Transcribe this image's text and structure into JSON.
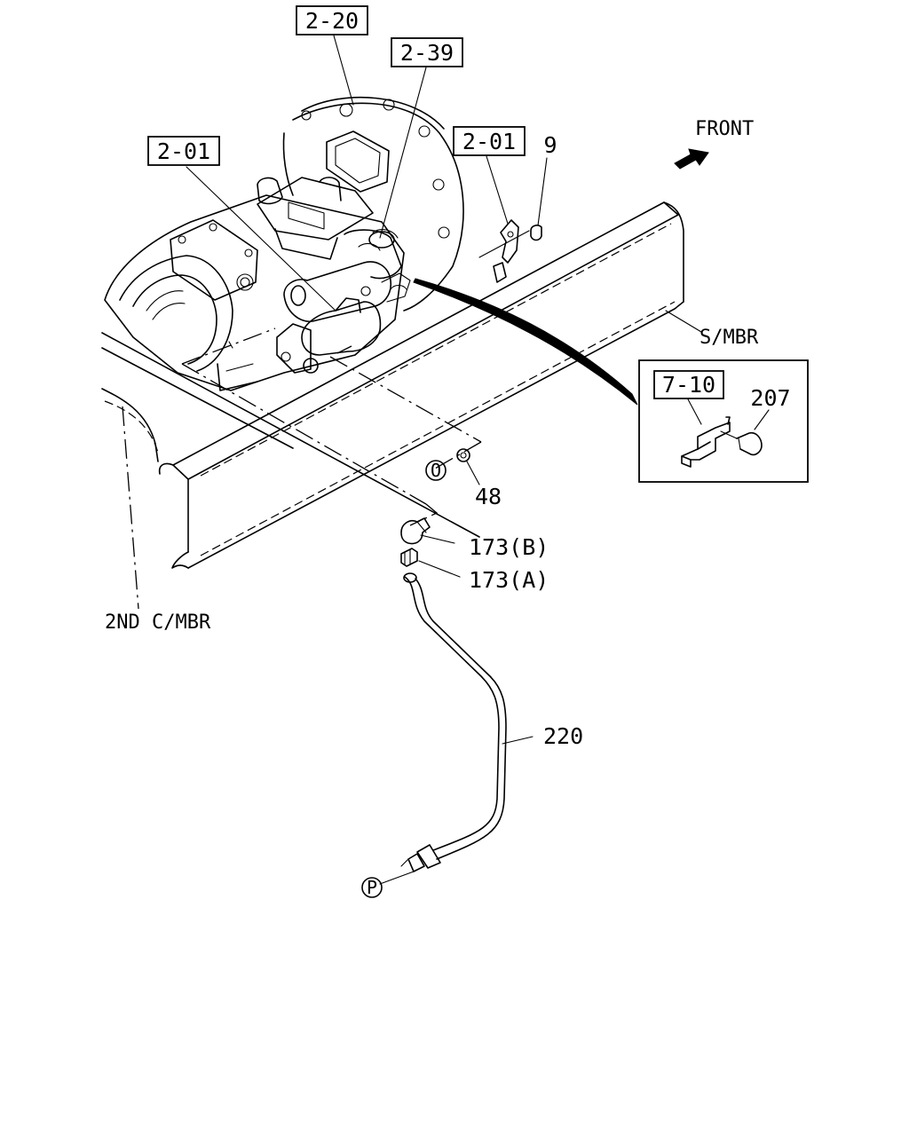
{
  "callouts": {
    "ref_2_20": "2-20",
    "ref_2_39": "2-39",
    "ref_2_01_left": "2-01",
    "ref_2_01_right": "2-01",
    "ref_7_10": "7-10"
  },
  "parts": {
    "p9": "9",
    "p207": "207",
    "p48": "48",
    "p173b": "173(B)",
    "p173a": "173(A)",
    "p220": "220"
  },
  "markers": {
    "o": "O",
    "p": "P"
  },
  "annotations": {
    "front": "FRONT",
    "side_member": "S/MBR",
    "crossmember": "2ND C/MBR"
  },
  "colors": {
    "line": "#000000",
    "background": "#ffffff"
  }
}
